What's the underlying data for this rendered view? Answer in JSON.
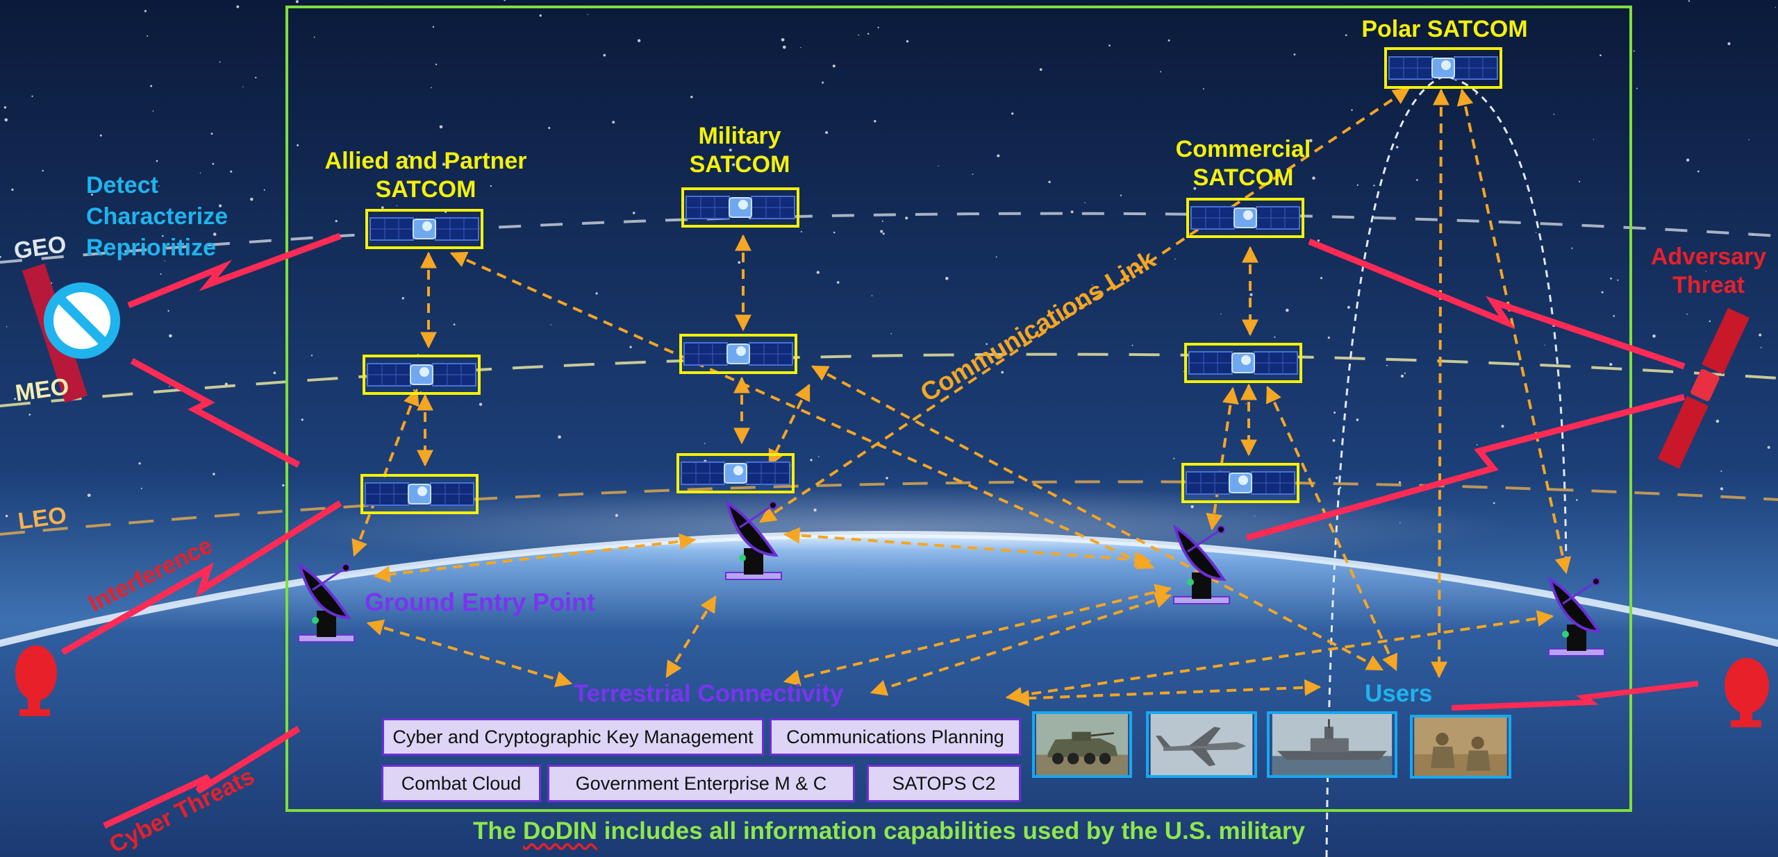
{
  "constellations": {
    "allied": "Allied and Partner\nSATCOM",
    "military": "Military\nSATCOM",
    "commercial": "Commercial\nSATCOM",
    "polar": "Polar SATCOM"
  },
  "orbits": {
    "geo": "GEO",
    "meo": "MEO",
    "leo": "LEO"
  },
  "actions": {
    "line1": "Detect",
    "line2": "Characterize",
    "line3": "Reprioritize"
  },
  "threats": {
    "adversary": "Adversary\nThreat",
    "interference": "Interference",
    "cyber": "Cyber Threats"
  },
  "link_label": "Communications Link",
  "ground": {
    "entry_point": "Ground Entry Point",
    "terrestrial": "Terrestrial Connectivity",
    "users": "Users"
  },
  "capabilities": [
    "Cyber and Cryptographic Key Management",
    "Communications Planning",
    "Combat Cloud",
    "Government Enterprise M & C",
    "SATOPS C2"
  ],
  "user_photos": [
    "armored-vehicle",
    "cargo-aircraft",
    "navy-ship",
    "soldiers"
  ],
  "footer": {
    "prefix": "The ",
    "dodin": "DoDIN",
    "suffix": " includes all information capabilities used by the U.S. military"
  },
  "colors": {
    "label_yellow": "#f5f10a",
    "link_orange": "#f5a623",
    "threat_red": "#e8202a",
    "entry_purple": "#7a34f0",
    "users_cyan": "#1fb4ee",
    "frame_green": "#7fe03a",
    "footer_green": "#8ee84a"
  }
}
